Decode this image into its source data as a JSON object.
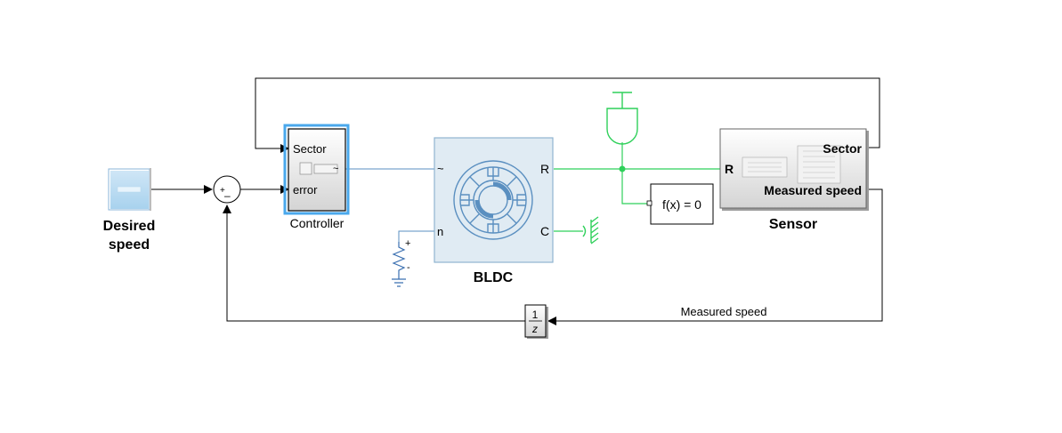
{
  "blocks": {
    "desired_speed": {
      "label_line1": "Desired",
      "label_line2": "speed"
    },
    "sum": {
      "plus": "+",
      "minus": "–"
    },
    "controller": {
      "label": "Controller",
      "port_sector": "Sector",
      "port_error": "error",
      "port_out": "~"
    },
    "bldc": {
      "label": "BLDC",
      "port_ac": "~",
      "port_n": "n",
      "port_r": "R",
      "port_c": "C"
    },
    "sensor": {
      "label": "Sensor",
      "port_r": "R",
      "port_sector": "Sector",
      "port_speed": "Measured speed"
    },
    "solver": {
      "label": "f(x) = 0"
    },
    "unit_delay": {
      "num": "1",
      "den": "z"
    },
    "voltage_source": {
      "plus": "+",
      "minus": "-"
    }
  },
  "signals": {
    "feedback_label": "Measured speed"
  },
  "colors": {
    "physical_wire": "#2fd05a",
    "electrical_wire": "#5a8fc0",
    "selection": "#4aa8ec"
  }
}
